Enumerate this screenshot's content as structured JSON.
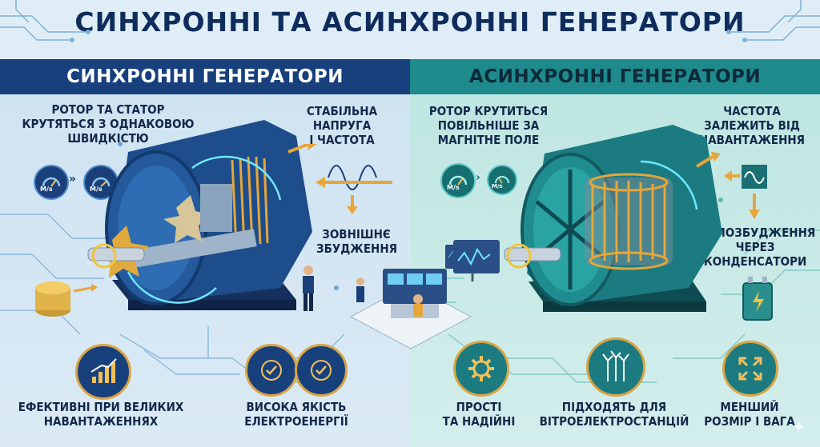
{
  "title": "СИНХРОННІ ТА АСИНХРОННІ ГЕНЕРАТОРИ",
  "left": {
    "header": "СИНХРОННІ ГЕНЕРАТОРИ",
    "rotor_label": "РОТОР ТА СТАТОР\nКРУТЯТЬСЯ З ОДНАКОВОЮ\nШВИДКІСТЮ",
    "voltage_label": "СТАБІЛЬНА\nНАПРУГА\nІ ЧАСТОТА",
    "excitation_label": "ЗОВНІШНЄ\nЗБУДЖЕННЯ",
    "gauge_unit_1": "M/s",
    "gauge_unit_2": "M/s",
    "benefit_1": "ЕФЕКТИВНІ ПРИ ВЕЛИКИХ\nНАВАНТАЖЕННЯХ",
    "benefit_2": "ВИСОКА ЯКІСТЬ\nЕЛЕКТРОЕНЕРГІЇ"
  },
  "right": {
    "header": "АСИНХРОННІ ГЕНЕРАТОРИ",
    "rotor_label": "РОТОР КРУТИТЬСЯ\nПОВІЛЬНІШЕ ЗА\nМАГНІТНЕ ПОЛЕ",
    "frequency_label": "ЧАСТОТА\nЗАЛЕЖИТЬ ВІД\nНАВАНТАЖЕННЯ",
    "excitation_label": "САМОЗБУДЖЕННЯ\nЧЕРЕЗ\nКОНДЕНСАТОРИ",
    "gauge_unit_1": "M/s",
    "gauge_unit_2": "M/s",
    "benefit_1": "ПРОСТІ\nТА НАДІЙНІ",
    "benefit_2": "ПІДХОДЯТЬ ДЛЯ\nВІТРОЕЛЕКТРОСТАНЦІЙ",
    "benefit_3": "МЕНШИЙ\nРОЗМІР І ВАГА"
  },
  "colors": {
    "navy": "#17407c",
    "teal": "#1e8a8c",
    "gold": "#e8a53a",
    "dark_text": "#13284a"
  }
}
